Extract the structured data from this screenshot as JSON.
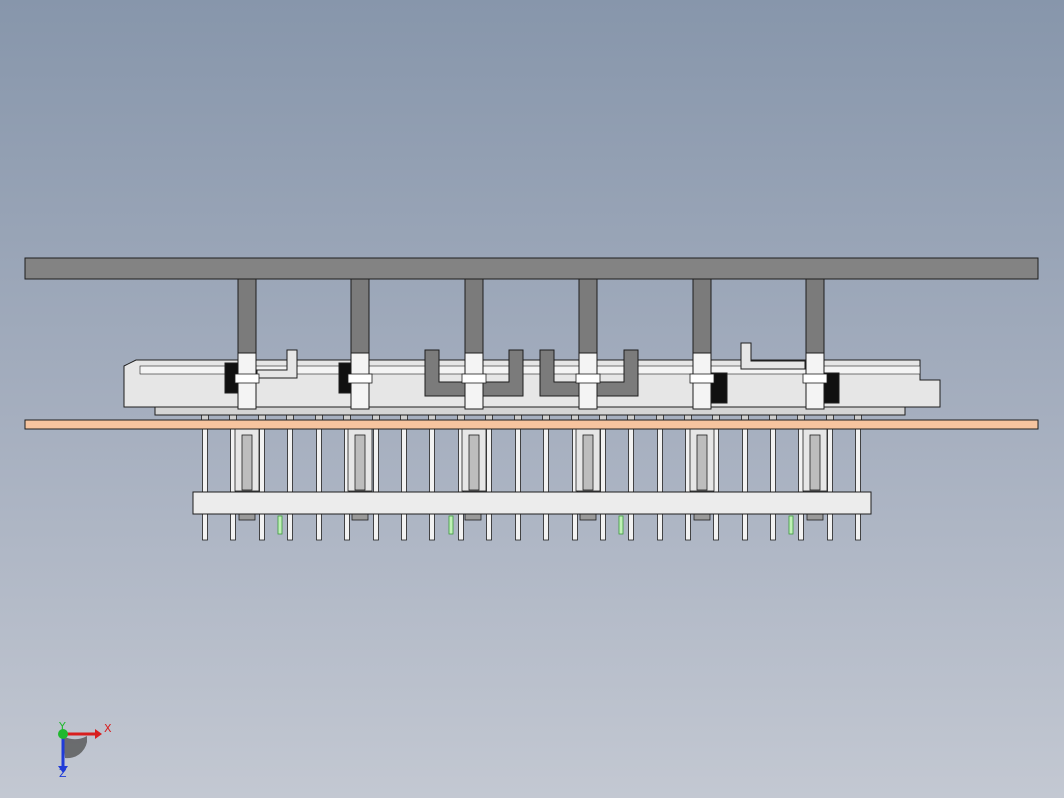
{
  "scene": {
    "background_top": "#8796ab",
    "background_bottom": "#c3c8d2",
    "top_plate_color": "#838383",
    "pcb_color": "#f6c49f",
    "part_light": "#e6e6e6",
    "part_dark": "#7b7b7b",
    "outline": "#1e1e1e"
  },
  "triad": {
    "x_label": "X",
    "y_label": "Y",
    "z_label": "Z",
    "x_color": "#d81e1e",
    "y_color": "#1fb82e",
    "z_color": "#1f3bd8"
  }
}
